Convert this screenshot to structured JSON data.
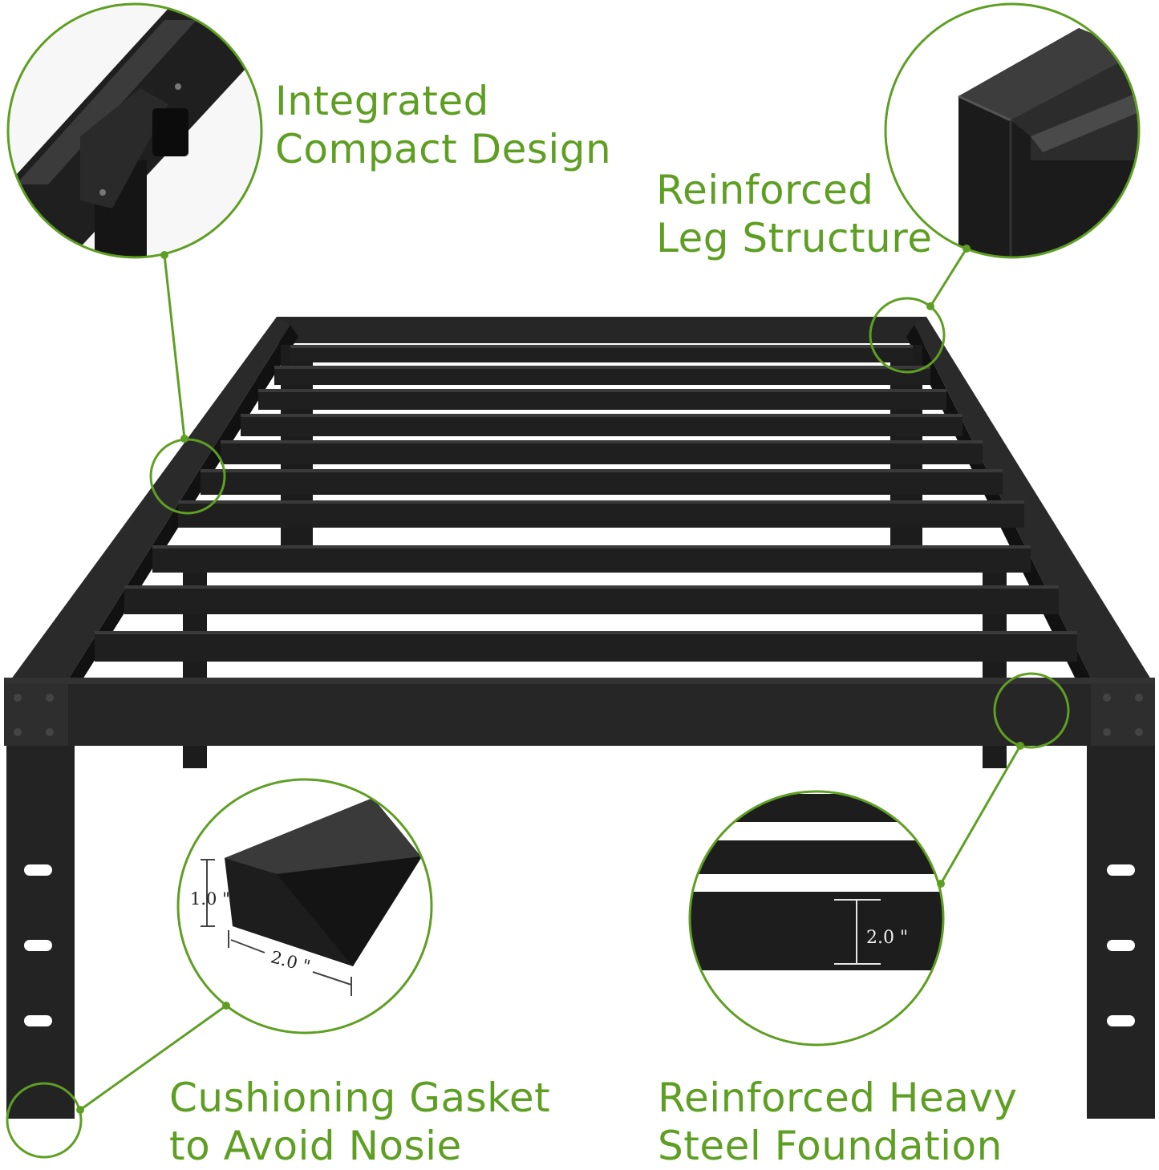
{
  "callouts": {
    "integrated": {
      "line1": "Integrated",
      "line2": "Compact Design"
    },
    "leg": {
      "line1": "Reinforced",
      "line2": "Leg Structure"
    },
    "gasket": {
      "line1": "Cushioning Gasket",
      "line2": "to Avoid Nosie"
    },
    "foundation": {
      "line1": "Reinforced Heavy",
      "line2": "Steel Foundation"
    }
  },
  "dimensions": {
    "gasket_height": "1.0 \"",
    "gasket_width": "2.0 \"",
    "slat_height": "2.0 \""
  },
  "colors": {
    "accent": "#5e9f23",
    "steel": "#1e1e1e",
    "background": "#ffffff"
  }
}
